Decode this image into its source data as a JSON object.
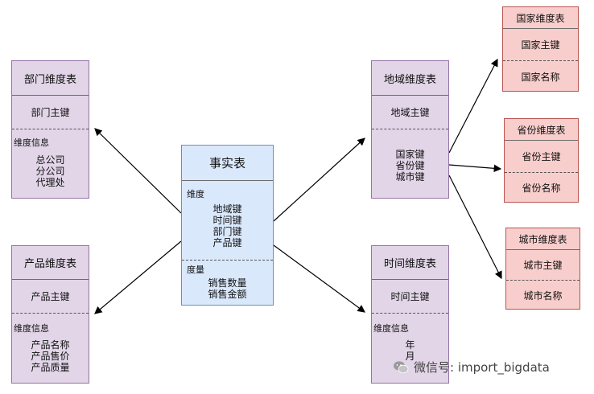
{
  "fact_table": {
    "title": "事实表",
    "dim_label": "维度",
    "dim_keys": [
      "地域键",
      "时间键",
      "部门键",
      "产品键"
    ],
    "measure_label": "度量",
    "measures": [
      "销售数量",
      "销售金额"
    ]
  },
  "dept_table": {
    "title": "部门维度表",
    "key": "部门主键",
    "info_label": "维度信息",
    "items": [
      "总公司",
      "分公司",
      "代理处"
    ]
  },
  "product_table": {
    "title": "产品维度表",
    "key": "产品主键",
    "info_label": "维度信息",
    "items": [
      "产品名称",
      "产品售价",
      "产品质量"
    ]
  },
  "region_table": {
    "title": "地域维度表",
    "key": "地域主键",
    "items": [
      "国家键",
      "省份键",
      "城市键"
    ]
  },
  "time_table": {
    "title": "时间维度表",
    "key": "时间主键",
    "info_label": "维度信息",
    "items": [
      "年",
      "月"
    ]
  },
  "country_table": {
    "title": "国家维度表",
    "key": "国家主键",
    "name": "国家名称"
  },
  "province_table": {
    "title": "省份维度表",
    "key": "省份主键",
    "name": "省份名称"
  },
  "city_table": {
    "title": "城市维度表",
    "key": "城市主键",
    "name": "城市名称"
  },
  "watermark": {
    "text": "微信号: import_bigdata",
    "icon": "wechat-icon"
  },
  "colors": {
    "dimension": "#e1d5e7",
    "fact": "#dae8fc",
    "sub_dimension": "#f8cecc",
    "arrow": "#000000"
  }
}
